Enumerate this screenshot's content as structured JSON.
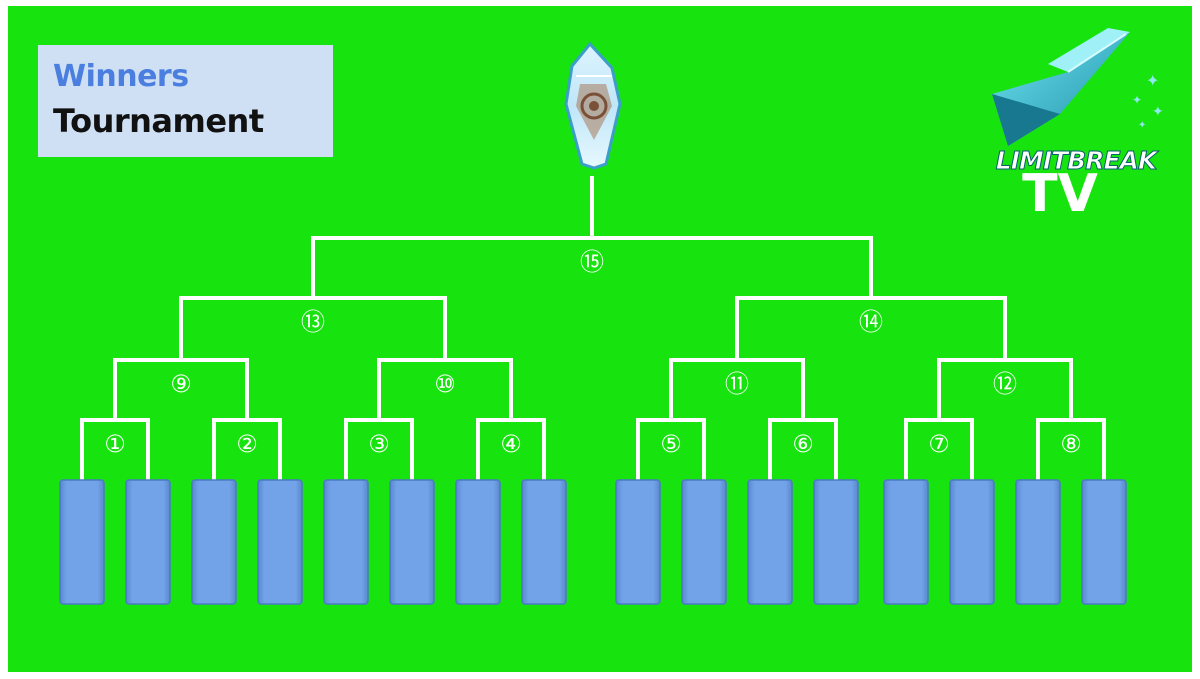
{
  "title": {
    "line1": "Winners",
    "line2": "Tournament",
    "line1_color": "#4a7fe0",
    "line2_color": "#111111"
  },
  "logo": {
    "main": "LIMITBREAK",
    "sub": "TV",
    "main_color": "#ffffff",
    "sub_color": "#ffffff",
    "icon": "crystal-comet-icon"
  },
  "trophy": {
    "icon": "crystal-trophy-icon"
  },
  "colors": {
    "background": "#17e30e",
    "lines": "#ffffff",
    "slot_fill": "#6f9fe6",
    "slot_edge": "#4a7bc4"
  },
  "bracket": {
    "first_round": [
      "①",
      "②",
      "③",
      "④",
      "⑤",
      "⑥",
      "⑦",
      "⑧"
    ],
    "second_round": [
      "⑨",
      "⑩",
      "⑪",
      "⑫"
    ],
    "semi_finals": [
      "⑬",
      "⑭"
    ],
    "final": [
      "⑮"
    ],
    "slot_count": 16
  }
}
